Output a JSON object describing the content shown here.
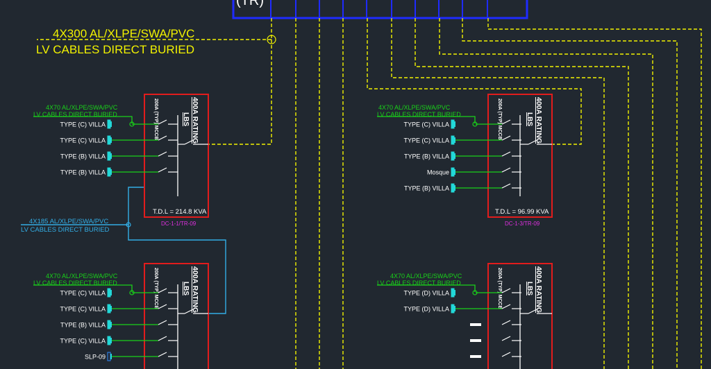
{
  "colors": {
    "background": "#212830",
    "panel": "#e21c1c",
    "busbar_frame": "#1f2bff",
    "feeder": "#f2f200",
    "incoming_lv": "#19d219",
    "link_cable": "#33aee6",
    "switch": "#ffffff",
    "terminal": "#22d8d8",
    "panel_ref": "#e030e0",
    "text": "#ffffff"
  },
  "header": {
    "label": "(TR)"
  },
  "main_cable": {
    "line1": "4X300 AL/XLPE/SWA/PVC",
    "line2": "LV CABLES DIRECT BURIED"
  },
  "link_cable": {
    "line1": "4X185 AL/XLPE/SWA/PVC",
    "line2": "LV CABLES DIRECT BURIED"
  },
  "panels": [
    {
      "id": "p1",
      "rating": "400A RATING",
      "lbs": "LBS",
      "mccb": "200A (TYP) MCCB",
      "incoming_line1": "4X70 AL/XLPE/SWA/PVC",
      "incoming_line2": "LV CABLES DIRECT BURIED",
      "tdl": "T.D.L = 214.8 KVA",
      "ref": "DC-1-1/TR-09",
      "feeders": [
        "TYPE (C) VILLA",
        "TYPE (C) VILLA",
        "TYPE (B) VILLA",
        "TYPE (B) VILLA"
      ]
    },
    {
      "id": "p2",
      "rating": "400A RATING",
      "lbs": "LBS",
      "mccb": "200A (TYP) MCCB",
      "incoming_line1": "4X70 AL/XLPE/SWA/PVC",
      "incoming_line2": "LV CABLES DIRECT BURIED",
      "tdl": "T.D.L = 96.99 KVA",
      "ref": "DC-1-3/TR-09",
      "feeders": [
        "TYPE (C) VILLA",
        "TYPE (C) VILLA",
        "TYPE (B) VILLA",
        "Mosque",
        "TYPE (B) VILLA"
      ]
    },
    {
      "id": "p3",
      "rating": "400A RATING",
      "lbs": "LBS",
      "mccb": "200A (TYP) MCCB",
      "incoming_line1": "4X70 AL/XLPE/SWA/PVC",
      "incoming_line2": "LV CABLES DIRECT BURIED",
      "feeders": [
        "TYPE (C) VILLA",
        "TYPE (C) VILLA",
        "TYPE (B) VILLA",
        "TYPE (C) VILLA",
        "SLP-09"
      ]
    },
    {
      "id": "p4",
      "rating": "400A RATING",
      "lbs": "LBS",
      "mccb": "200A (TYP) MCCB",
      "incoming_line1": "4X70 AL/XLPE/SWA/PVC",
      "incoming_line2": "LV CABLES DIRECT BURIED",
      "feeders": [
        "TYPE (D) VILLA",
        "TYPE (D) VILLA",
        "",
        "",
        ""
      ]
    }
  ]
}
